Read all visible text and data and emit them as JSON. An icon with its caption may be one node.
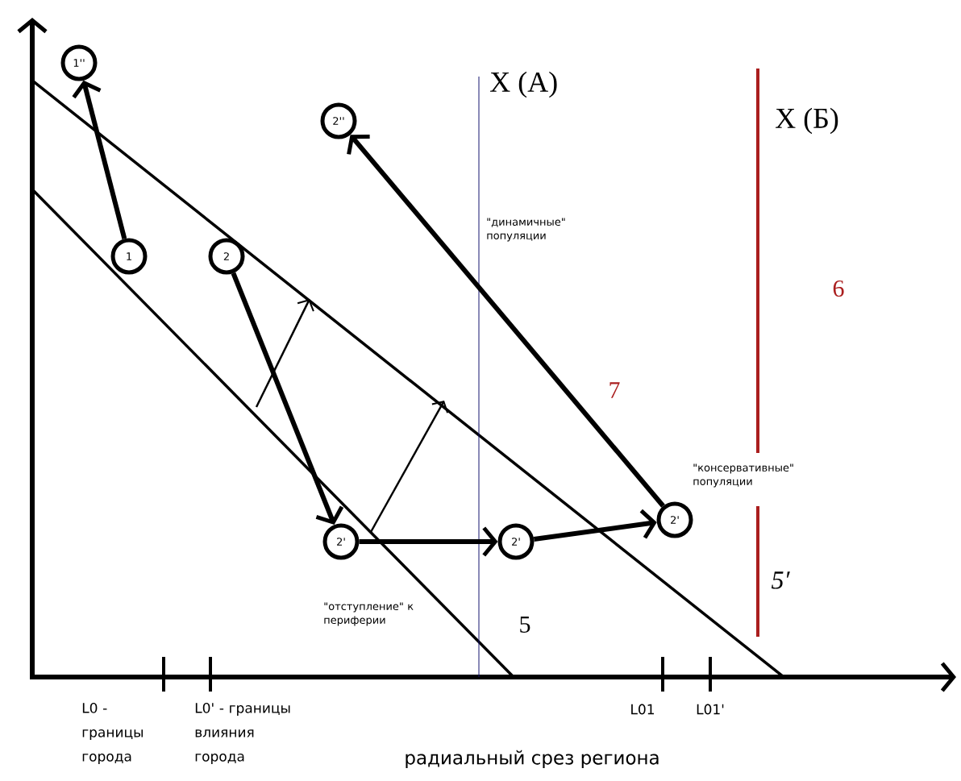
{
  "diagram": {
    "nodes": [
      {
        "text": [
          "1''"
        ]
      },
      {
        "text": [
          "1"
        ]
      },
      {
        "text": [
          "2''"
        ]
      },
      {
        "text": [
          "2"
        ]
      },
      {
        "text": [
          "2'"
        ]
      },
      {
        "text": [
          "2'"
        ]
      },
      {
        "text": [
          "2'"
        ]
      }
    ],
    "edges": [
      {
        "from": 1,
        "to": 0,
        "arrow": "to"
      },
      {
        "from": 3,
        "to": 4,
        "arrow": "to"
      },
      {
        "from": 4,
        "to": 5,
        "arrow": "to"
      },
      {
        "from": 5,
        "to": 6,
        "arrow": "to"
      },
      {
        "from": 6,
        "to": 2,
        "arrow": "to"
      }
    ],
    "labels": [
      "X (A)",
      "X (Б)",
      "\"динамичные\" популяции",
      "6",
      "7",
      "\"консервативные\" популяции",
      "5′",
      "\"отступление\" к периферии",
      "5",
      "L0 - границы города",
      "L0' - границы влияния города",
      "L01",
      "L01'",
      "радиальный срез региона"
    ]
  }
}
